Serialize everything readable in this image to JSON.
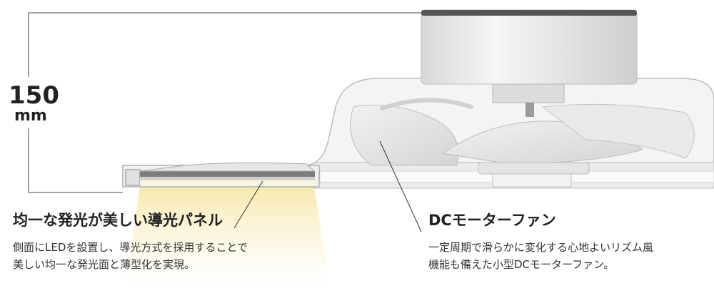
{
  "dimension": {
    "value": "150",
    "unit": "mm"
  },
  "light_guide_panel": {
    "title": "均一な発光が美しい導光パネル",
    "desc_line1": "側面にLEDを設置し、導光方式を採用することで",
    "desc_line2": "美しい均一な発光面と薄型化を実現。"
  },
  "dc_fan": {
    "title": "DCモーターファン",
    "desc_line1": "一定周期で滑らかに変化する心地よいリズム風",
    "desc_line2": "機能も備えた小型DCモーターファン。"
  }
}
